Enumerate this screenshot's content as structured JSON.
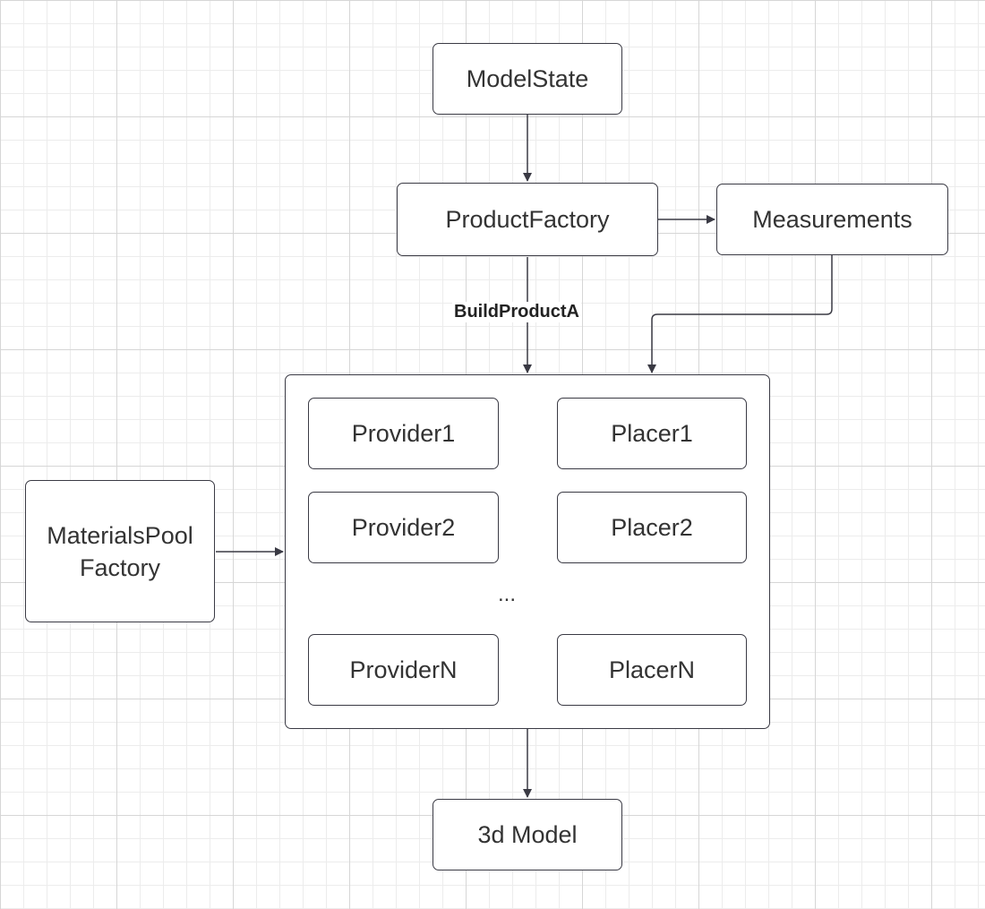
{
  "diagram": {
    "nodes": {
      "model_state": "ModelState",
      "product_factory": "ProductFactory",
      "measurements": "Measurements",
      "materials_pool_factory_line1": "MaterialsPool",
      "materials_pool_factory_line2": "Factory",
      "provider1": "Provider1",
      "placer1": "Placer1",
      "provider2": "Provider2",
      "placer2": "Placer2",
      "ellipsis": "...",
      "providerN": "ProviderN",
      "placerN": "PlacerN",
      "model_3d": "3d Model"
    },
    "edge_labels": {
      "build_product_a": "BuildProductA"
    }
  }
}
